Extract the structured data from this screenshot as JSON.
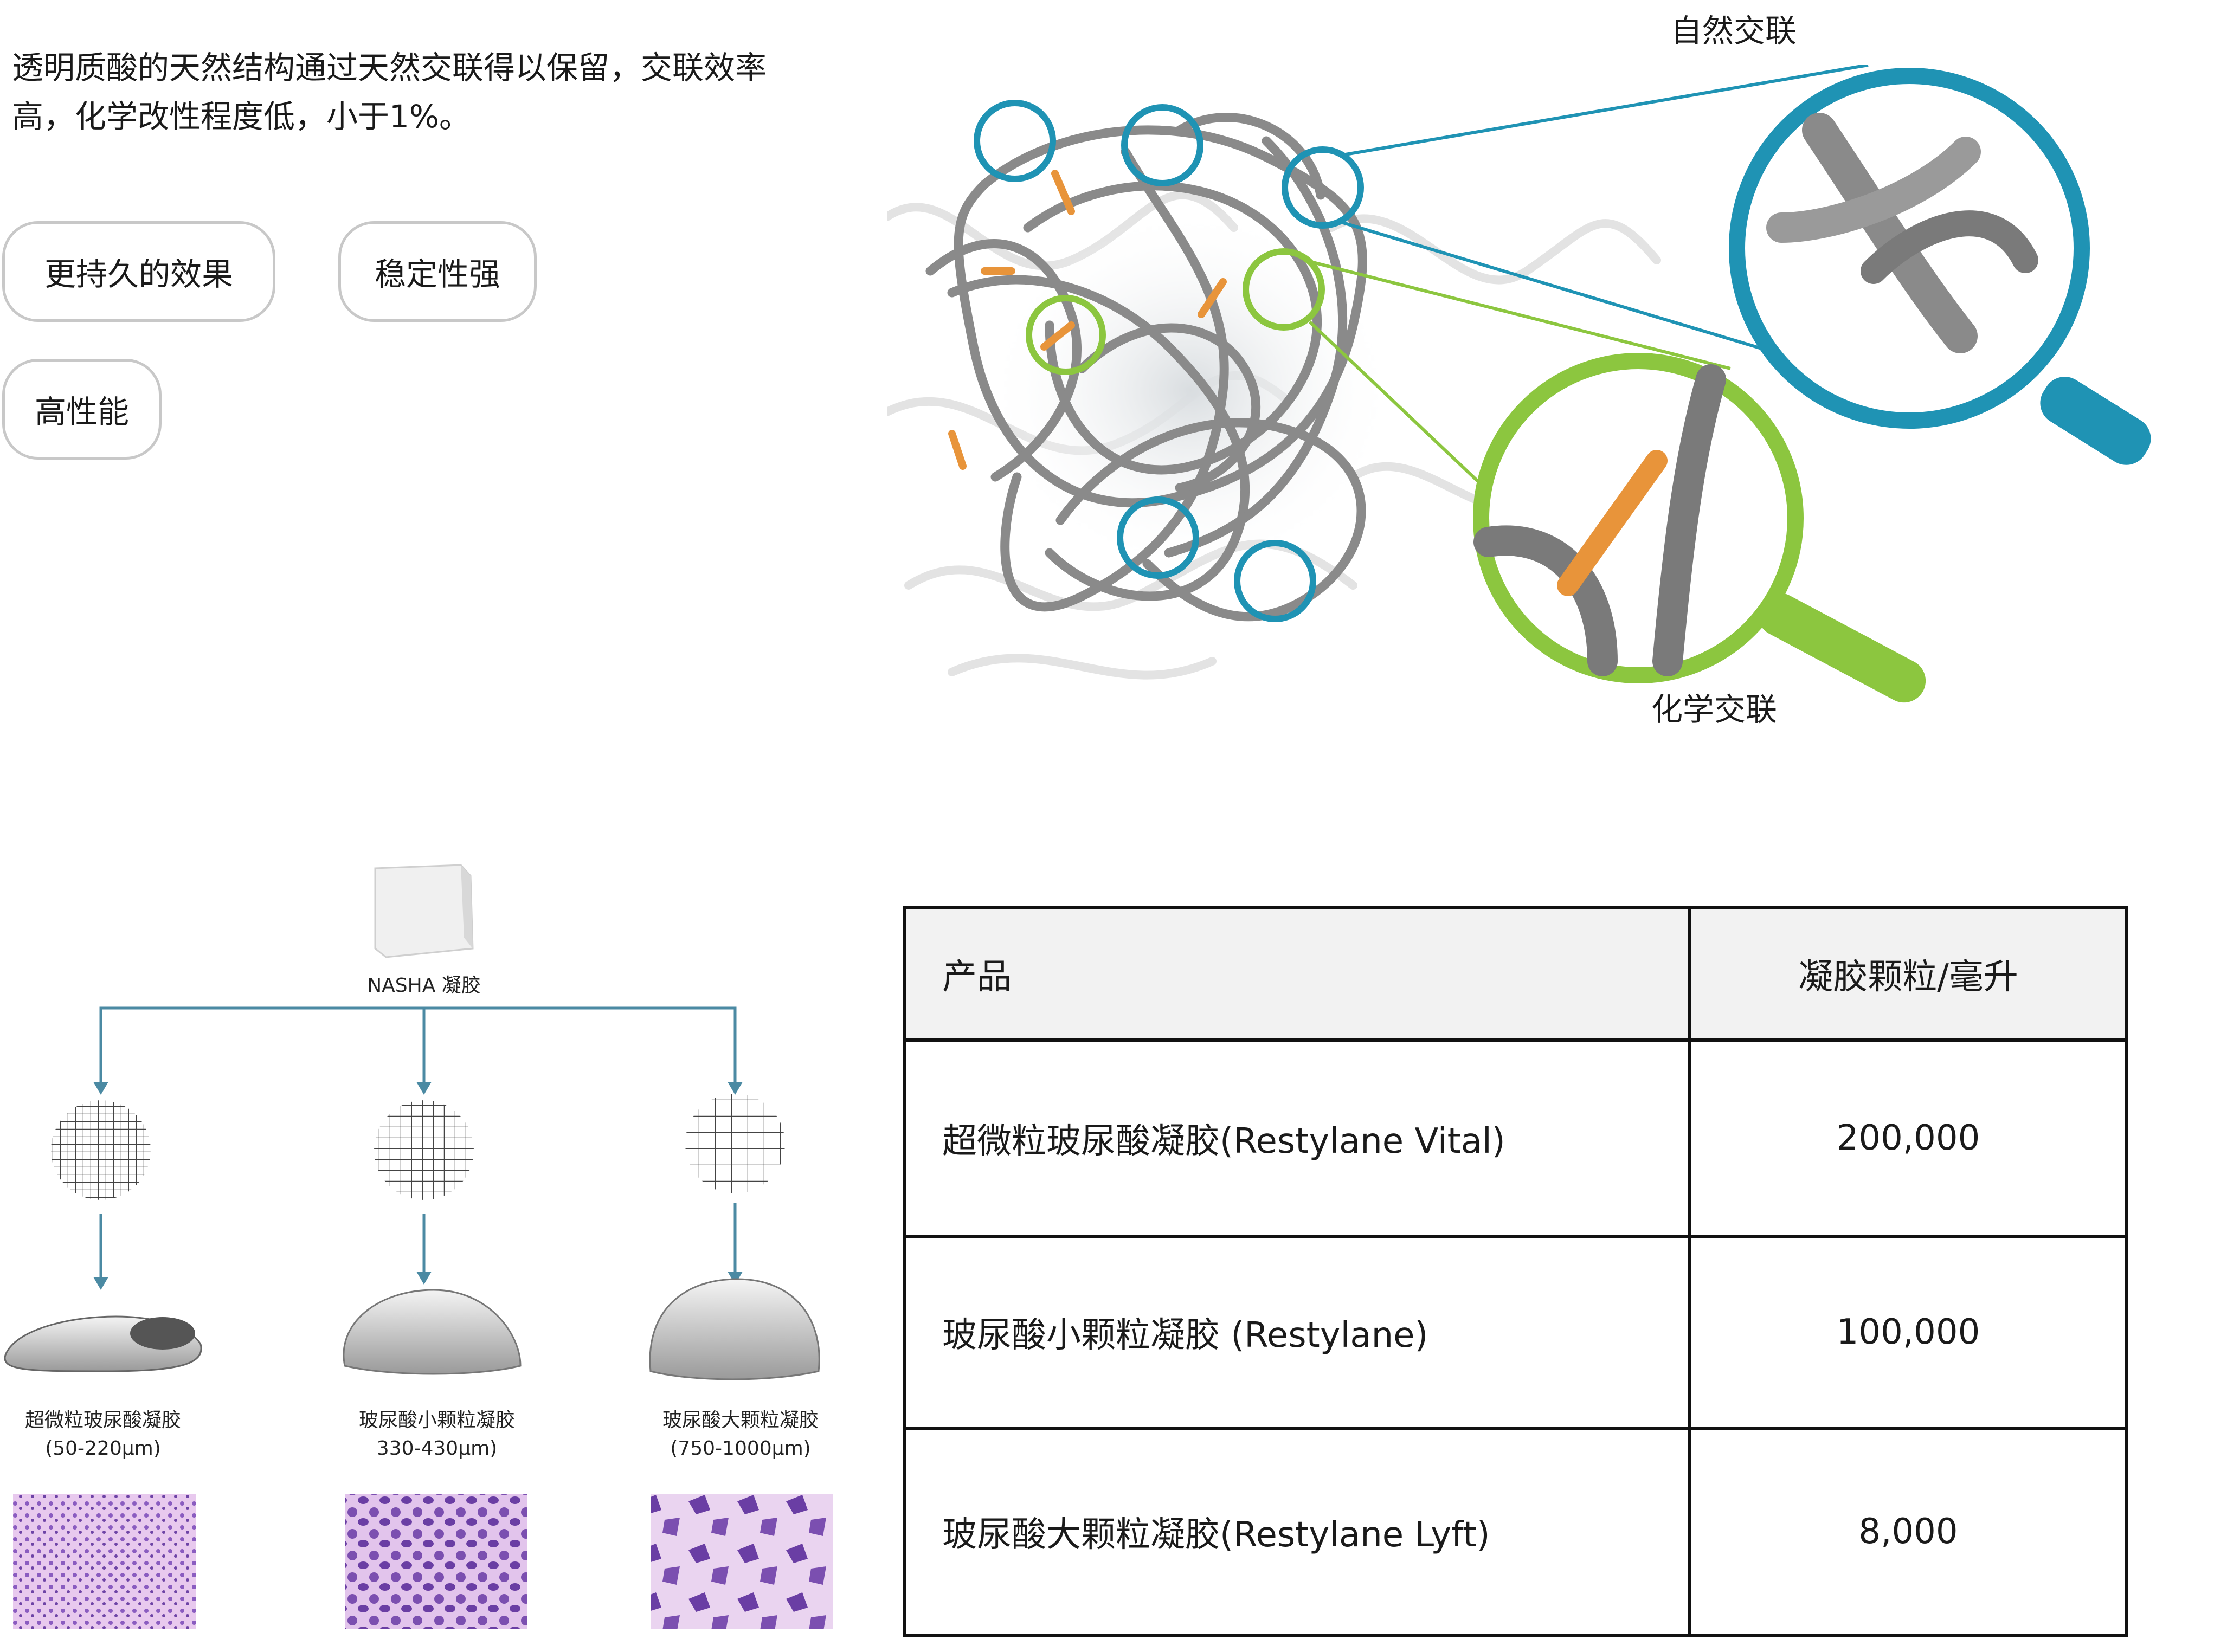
{
  "intro_text": "透明质酸的天然结构通过天然交联得以保留，交联效率高，化学改性程度低，小于1%。",
  "chips": [
    "更持久的效果",
    "稳定性强",
    "高性能"
  ],
  "crosslink_labels": {
    "natural": "自然交联",
    "chemical": "化学交联"
  },
  "colors": {
    "natural": "#1f93b4",
    "chemical": "#8cc63f",
    "bond": "#e8943a",
    "fiber": "#8a8a8a",
    "arrow": "#4b8aa3",
    "stain": "#7b4fb0"
  },
  "icons": [
    "magnifier-icon",
    "gel-cube-icon",
    "mesh-icon",
    "gel-particle-icon",
    "histology-icon"
  ],
  "tree": {
    "root": "NASHA 凝胶",
    "branches": [
      {
        "name": "超微粒玻尿酸凝胶",
        "size": "(50-220μm)"
      },
      {
        "name": "玻尿酸小颗粒凝胶",
        "size": "330-430μm)"
      },
      {
        "name": "玻尿酸大颗粒凝胶",
        "size": "(750-1000μm)"
      }
    ]
  },
  "table": {
    "headers": [
      "产品",
      "凝胶颗粒/毫升"
    ],
    "rows": [
      {
        "product": "超微粒玻尿酸凝胶(Restylane Vital)",
        "value": "200,000"
      },
      {
        "product": "玻尿酸小颗粒凝胶 (Restylane)",
        "value": "100,000"
      },
      {
        "product": "玻尿酸大颗粒凝胶(Restylane Lyft)",
        "value": "8,000"
      }
    ]
  }
}
